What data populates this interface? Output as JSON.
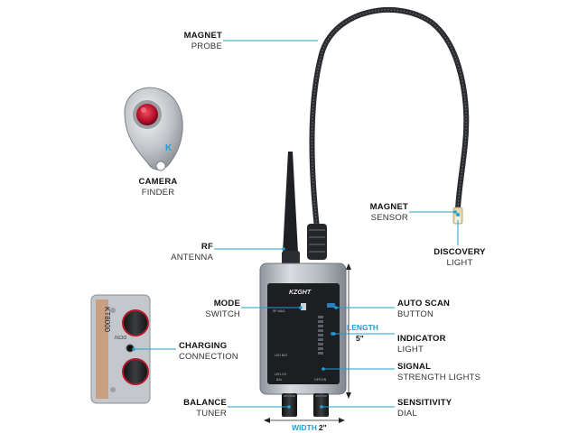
{
  "labels": {
    "magnet_probe": {
      "title": "MAGNET",
      "subtitle": "PROBE"
    },
    "camera_finder": {
      "title": "CAMERA",
      "subtitle": "FINDER"
    },
    "magnet_sensor": {
      "title": "MAGNET",
      "subtitle": "SENSOR"
    },
    "discovery_light": {
      "title": "DISCOVERY",
      "subtitle": "LIGHT"
    },
    "rf_antenna": {
      "title": "RF",
      "subtitle": "ANTENNA"
    },
    "mode_switch": {
      "title": "MODE",
      "subtitle": "SWITCH"
    },
    "auto_scan": {
      "title": "AUTO SCAN",
      "subtitle": "BUTTON"
    },
    "charging": {
      "title": "CHARGING",
      "subtitle": "CONNECTION"
    },
    "indicator": {
      "title": "INDICATOR",
      "subtitle": "LIGHT"
    },
    "signal": {
      "title": "SIGNAL",
      "subtitle": "STRENGTH LIGHTS"
    },
    "balance": {
      "title": "BALANCE",
      "subtitle": "TUNER"
    },
    "sensitivity": {
      "title": "SENSITIVITY",
      "subtitle": "DIAL"
    }
  },
  "dimensions": {
    "length": {
      "label": "LENGTH",
      "value": "5\""
    },
    "width": {
      "label": "WIDTH",
      "value": "2\""
    }
  },
  "device": {
    "brand": "KZGHT",
    "model": "KT8000",
    "side_text": "DC5V",
    "panel_small_1": "RF MAG",
    "panel_small_2": "LED BAT",
    "panel_small_3": "LED-CH",
    "panel_small_4": "BAL",
    "panel_small_5": "OFF/ON"
  },
  "colors": {
    "line": "#1f9fd6",
    "body": "#b9bec4",
    "panel": "#1c1e22",
    "knob": "#26282c",
    "lens": "#c8192e",
    "copper": "#c99a78"
  }
}
